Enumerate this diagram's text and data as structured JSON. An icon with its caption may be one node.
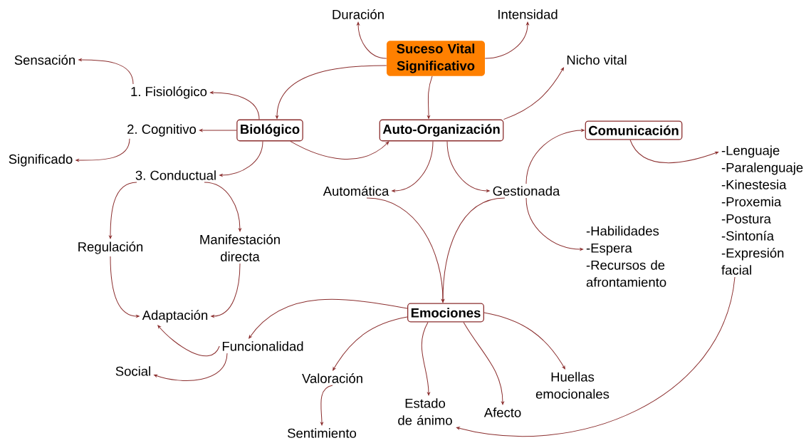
{
  "diagram": {
    "nodes": [
      {
        "text": [
          "Suceso Vital Significativo"
        ]
      },
      {
        "text": [
          "Duración"
        ]
      },
      {
        "text": [
          "Intensidad"
        ]
      },
      {
        "text": [
          "Nicho vital"
        ]
      },
      {
        "text": [
          "Sensación"
        ]
      },
      {
        "text": [
          "1. Fisiológico"
        ]
      },
      {
        "text": [
          "Biológico"
        ]
      },
      {
        "text": [
          "Auto-Organización"
        ]
      },
      {
        "text": [
          "Comunicación"
        ]
      },
      {
        "text": [
          "2. Cognitivo"
        ]
      },
      {
        "text": [
          "Significado"
        ]
      },
      {
        "text": [
          "3. Conductual"
        ]
      },
      {
        "text": [
          "Automática"
        ]
      },
      {
        "text": [
          "Gestionada"
        ]
      },
      {
        "text": [
          "-Lenguaje -Paralenguaje -Kinestesia -Proxemia -Postura -Sintonía -Expresión facial"
        ]
      },
      {
        "text": [
          "Regulación"
        ]
      },
      {
        "text": [
          "Manifestación directa"
        ]
      },
      {
        "text": [
          "-Habilidades -Espera -Recursos de afrontamiento"
        ]
      },
      {
        "text": [
          "Emociones"
        ]
      },
      {
        "text": [
          "Adaptación"
        ]
      },
      {
        "text": [
          "Funcionalidad"
        ]
      },
      {
        "text": [
          "Social"
        ]
      },
      {
        "text": [
          "Valoración"
        ]
      },
      {
        "text": [
          "Huellas emocionales"
        ]
      },
      {
        "text": [
          "Estado de ánimo"
        ]
      },
      {
        "text": [
          "Afecto"
        ]
      },
      {
        "text": [
          "Sentimiento"
        ]
      }
    ],
    "edges": [
      {
        "from": 0,
        "to": 1,
        "arrow": "to"
      },
      {
        "from": 0,
        "to": 2,
        "arrow": "to"
      },
      {
        "from": 0,
        "to": 6,
        "arrow": "to"
      },
      {
        "from": 0,
        "to": 7,
        "arrow": "to"
      },
      {
        "from": 7,
        "to": 3,
        "arrow": "to"
      },
      {
        "from": 6,
        "to": 5,
        "arrow": "to"
      },
      {
        "from": 6,
        "to": 9,
        "arrow": "to"
      },
      {
        "from": 6,
        "to": 11,
        "arrow": "to"
      },
      {
        "from": 6,
        "to": 7,
        "arrow": "to"
      },
      {
        "from": 5,
        "to": 4,
        "arrow": "to"
      },
      {
        "from": 9,
        "to": 10,
        "arrow": "to"
      },
      {
        "from": 11,
        "to": 15,
        "arrow": "to"
      },
      {
        "from": 11,
        "to": 16,
        "arrow": "to"
      },
      {
        "from": 15,
        "to": 19,
        "arrow": "to"
      },
      {
        "from": 16,
        "to": 19,
        "arrow": "to"
      },
      {
        "from": 7,
        "to": 12,
        "arrow": "to"
      },
      {
        "from": 7,
        "to": 13,
        "arrow": "to"
      },
      {
        "from": 12,
        "to": 18,
        "arrow": "to"
      },
      {
        "from": 13,
        "to": 18,
        "arrow": "to"
      },
      {
        "from": 13,
        "to": 8,
        "arrow": "to"
      },
      {
        "from": 13,
        "to": 17,
        "arrow": "to"
      },
      {
        "from": 8,
        "to": 14,
        "arrow": "to"
      },
      {
        "from": 14,
        "to": 24,
        "arrow": "to"
      },
      {
        "from": 18,
        "to": 20,
        "arrow": "to"
      },
      {
        "from": 18,
        "to": 22,
        "arrow": "to"
      },
      {
        "from": 18,
        "to": 24,
        "arrow": "to"
      },
      {
        "from": 18,
        "to": 25,
        "arrow": "to"
      },
      {
        "from": 18,
        "to": 23,
        "arrow": "to"
      },
      {
        "from": 20,
        "to": 19,
        "arrow": "to"
      },
      {
        "from": 20,
        "to": 21,
        "arrow": "to"
      },
      {
        "from": 22,
        "to": 26,
        "arrow": "to"
      }
    ]
  }
}
